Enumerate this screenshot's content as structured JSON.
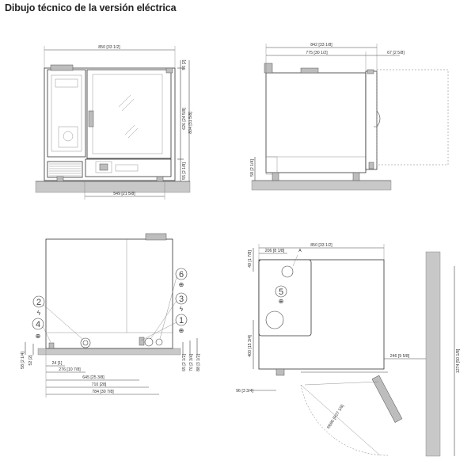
{
  "title": "Dibujo técnico de la versión eléctrica",
  "front": {
    "width": "850 [33 1/2]",
    "top_offset": "50 [2]",
    "height_a": "626 [24 5/8]",
    "height_b": "804 [31 5/8]",
    "leg": "55 [2 1/8]",
    "base": "549 [21 5/8]"
  },
  "side": {
    "depth_total": "842 [33 1/8]",
    "depth_body": "775 [30 1/2]",
    "door_offset": "67 [2 5/8]",
    "foot": "58 [2 1/4]"
  },
  "rear": {
    "bubbles": [
      "2",
      "4",
      "6",
      "3",
      "1"
    ],
    "h_58": "58 [2 1/4]",
    "h_52": "52 [2]",
    "h_65": "65 [2 1/2]",
    "h_70": "70 [2 3/4]",
    "h_88": "88 [3 1/2]",
    "d_24": "24 [1]",
    "d_276": "276 [10 7/8]",
    "d_645": "645 [25 3/8]",
    "d_710": "710 [28]",
    "d_784": "784 [30 7/8]"
  },
  "top": {
    "width": "850 [33 1/2]",
    "d_206": "206 [8 1/8]",
    "d_49": "49 [1 7/8]",
    "label_a": "A",
    "bubble": "5",
    "d_400": "400 [15 3/4]",
    "d_246": "246 [9 5/8]",
    "d_96": "96 [3 3/4]",
    "radius": "R690 [R27 1/8]",
    "d_1274": "1274 [50 1/8]"
  }
}
